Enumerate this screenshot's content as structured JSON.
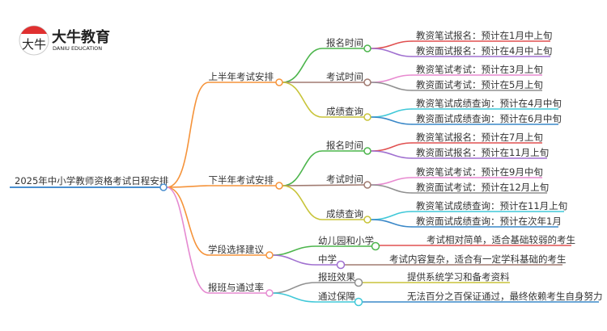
{
  "logo": {
    "name_cn": "大牛教育",
    "name_en": "DANIU EDUCATION",
    "mark": "大牛"
  },
  "root": {
    "label": "2025年中小学教师资格考试日程安排"
  },
  "branches": [
    {
      "label": "上半年考试安排",
      "children": [
        {
          "label": "报名时间",
          "leaves": [
            "教资笔试报名：预计在1月中上旬",
            "教资面试报名：预计在4月中上旬"
          ]
        },
        {
          "label": "考试时间",
          "leaves": [
            "教资笔试考试：预计在3月上旬",
            "教资面试考试：预计在5月上旬"
          ]
        },
        {
          "label": "成绩查询",
          "leaves": [
            "教资笔试成绩查询：预计在4月中旬",
            "教资面试成绩查询：预计在6月中旬"
          ]
        }
      ]
    },
    {
      "label": "下半年考试安排",
      "children": [
        {
          "label": "报名时间",
          "leaves": [
            "教资笔试报名：预计在7月上旬",
            "教资面试报名：预计在11月上旬"
          ]
        },
        {
          "label": "考试时间",
          "leaves": [
            "教资笔试考试：预计在9月中旬",
            "教资面试考试：预计在12月上旬"
          ]
        },
        {
          "label": "成绩查询",
          "leaves": [
            "教资笔试成绩查询：预计在11月上旬",
            "教资面试成绩查询：预计在次年1月"
          ]
        }
      ]
    },
    {
      "label": "学段选择建议",
      "children": [
        {
          "label": "幼儿园和小学",
          "leaf": "考试相对简单，适合基础较弱的考生"
        },
        {
          "label": "中学",
          "leaf": "考试内容复杂，适合有一定学科基础的考生"
        }
      ]
    },
    {
      "label": "报班与通过率",
      "children": [
        {
          "label": "报班效果",
          "leaf": "提供系统学习和备考资料"
        },
        {
          "label": "通过保障",
          "leaf": "无法百分之百保证通过，最终依赖考生自身努力"
        }
      ]
    }
  ],
  "colors": {
    "root": "#4a8fd0",
    "orange": "#f5933a",
    "pink": "#e58ad1",
    "green": "#4cb54c",
    "brown": "#a07a70",
    "olive": "#c8c43a",
    "red": "#e05050",
    "purple": "#a070d0",
    "gray": "#909090",
    "cyan": "#40c8d8",
    "blue": "#3a88c8"
  }
}
